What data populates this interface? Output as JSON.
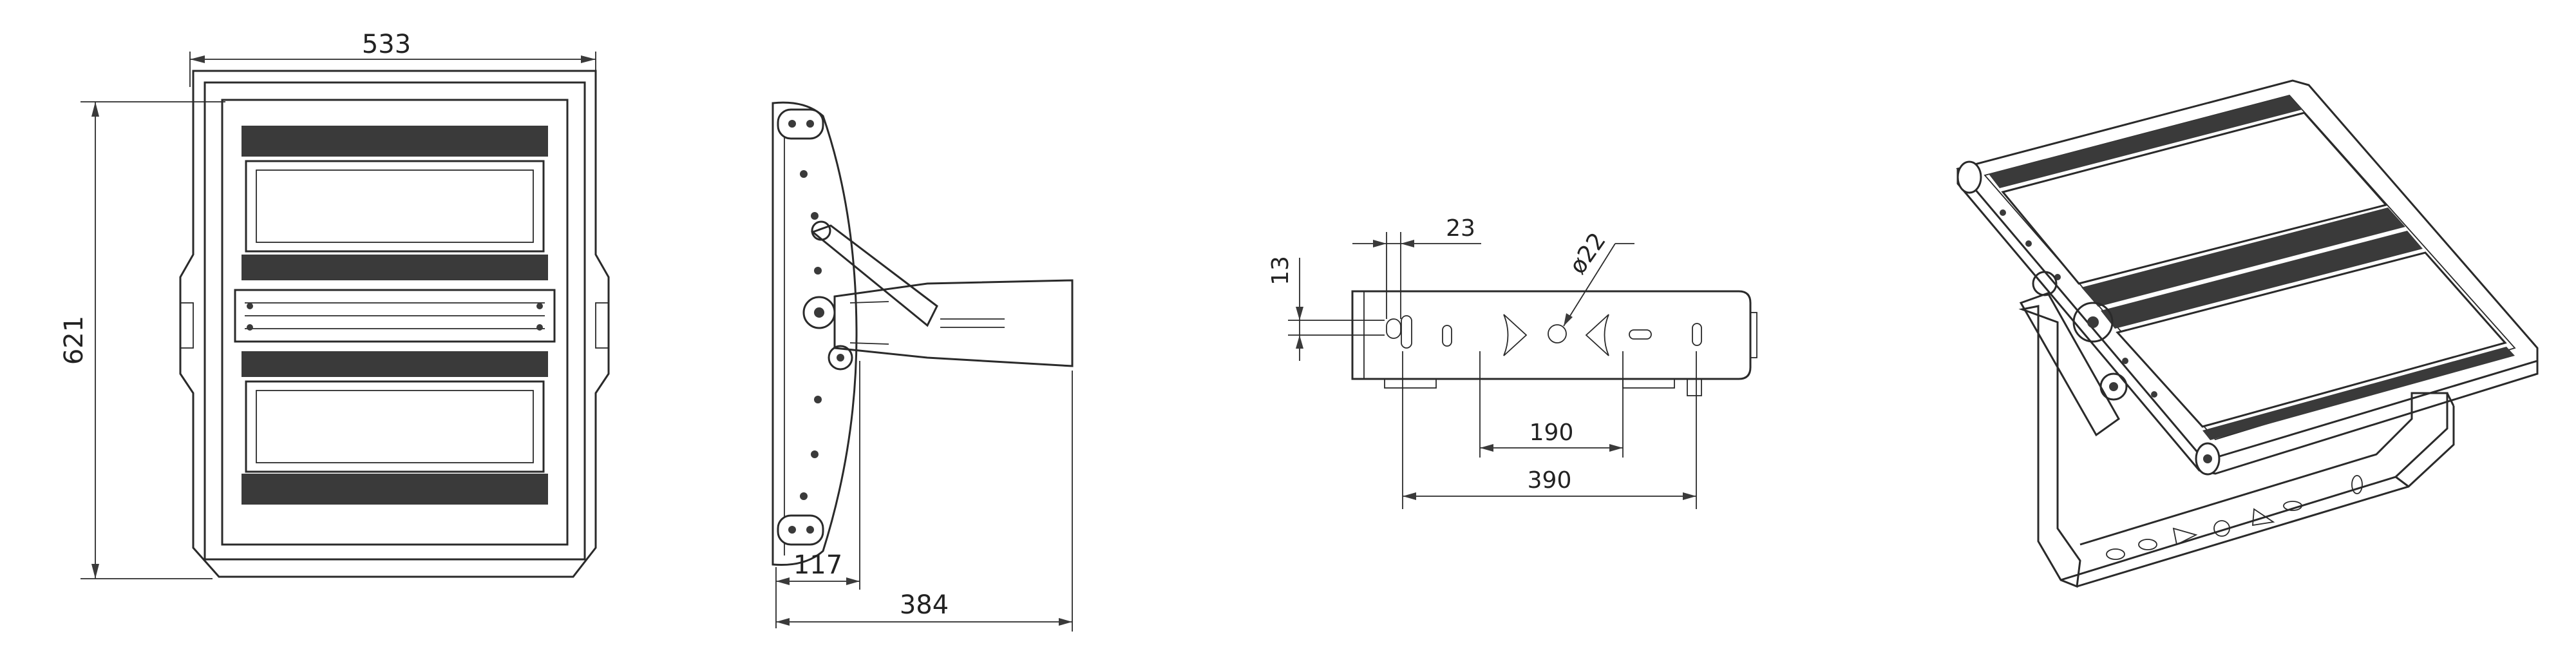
{
  "drawing": {
    "front_view": {
      "width_label": "533",
      "height_label": "621"
    },
    "side_view": {
      "depth_label": "384",
      "offset_label": "117"
    },
    "bracket_view": {
      "top_gap_label": "23",
      "height_small_label": "13",
      "hole_label": "ø22",
      "inner_spacing_label": "190",
      "outer_spacing_label": "390"
    }
  },
  "colors": {
    "line": "#2a2a2a",
    "fin": "#3a3a3a",
    "background": "#ffffff"
  }
}
